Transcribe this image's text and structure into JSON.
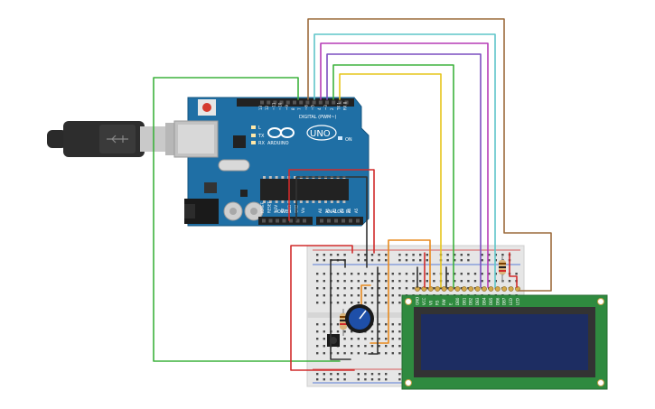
{
  "arduino": {
    "brand": "ARDUINO",
    "model": "UNO",
    "digital_label": "DIGITAL (PWM~)",
    "power_label": "POWER",
    "analog_label": "ANALOG IN",
    "on_label": "ON",
    "tx_label": "TX",
    "rx_label": "RX",
    "aref_label": "AREF",
    "gnd_label": "GND",
    "l_label": "L",
    "digital_pins": [
      "13",
      "12",
      "~11",
      "~10",
      "~9",
      "8",
      "7",
      "~6",
      "~5",
      "4",
      "~3",
      "2",
      "TX 1",
      "RX 0"
    ],
    "power_pins": [
      "IOREF",
      "RESET",
      "3.3V",
      "5V",
      "GND",
      "GND",
      "Vin"
    ],
    "analog_pins": [
      "A0",
      "A1",
      "A2",
      "A3",
      "A4",
      "A5"
    ]
  },
  "lcd": {
    "pin_labels": [
      "GND",
      "VCC",
      "V0",
      "RS",
      "RW",
      "E",
      "DB0",
      "DB1",
      "DB2",
      "DB3",
      "DB4",
      "DB5",
      "DB6",
      "DB7",
      "LED",
      "LED"
    ]
  },
  "colors": {
    "arduino_board": "#1f6fa5",
    "breadboard": "#e6e6e6",
    "lcd_pcb": "#2f8a3f",
    "lcd_screen": "#1d2d62",
    "wire_red": "#d12b2b",
    "wire_black": "#333333",
    "wire_green": "#3db23d",
    "wire_orange": "#e88a1e",
    "wire_yellow": "#e6c51c",
    "wire_brown": "#9c6b3c",
    "wire_cyan": "#5fc5c9",
    "wire_magenta": "#b63cb6",
    "wire_purple": "#7c4fc0",
    "potentiometer": "#1e4fa8"
  }
}
